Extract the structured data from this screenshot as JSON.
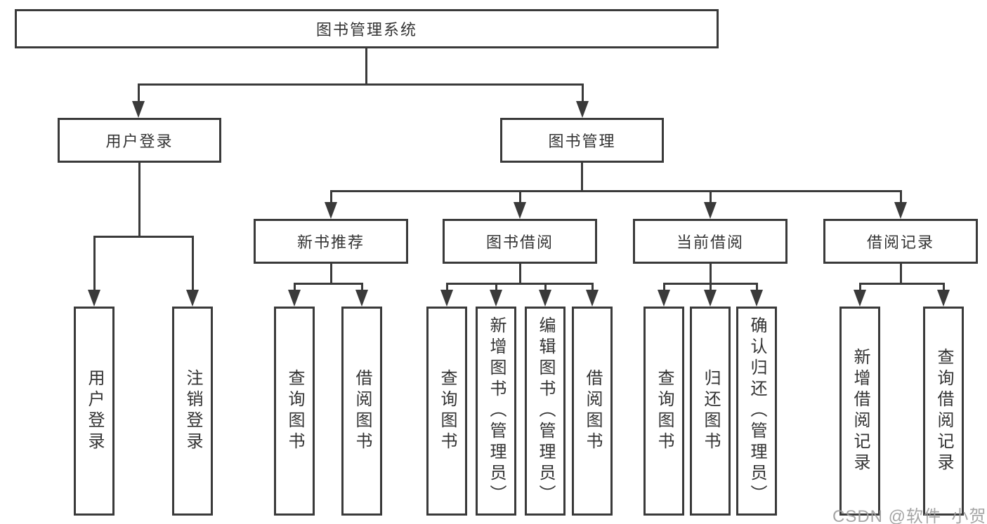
{
  "tree": {
    "root": {
      "label": "图书管理系统"
    },
    "branches": [
      {
        "label": "用户登录",
        "children": [
          {
            "label": "用户登录"
          },
          {
            "label": "注销登录"
          }
        ]
      },
      {
        "label": "图书管理",
        "groups": [
          {
            "label": "新书推荐",
            "children": [
              {
                "label": "查询图书"
              },
              {
                "label": "借阅图书"
              }
            ]
          },
          {
            "label": "图书借阅",
            "children": [
              {
                "label": "查询图书"
              },
              {
                "label": "新增图书（管理员）"
              },
              {
                "label": "编辑图书（管理员）"
              },
              {
                "label": "借阅图书"
              }
            ]
          },
          {
            "label": "当前借阅",
            "children": [
              {
                "label": "查询图书"
              },
              {
                "label": "归还图书"
              },
              {
                "label": "确认归还（管理员）"
              }
            ]
          },
          {
            "label": "借阅记录",
            "children": [
              {
                "label": "新增借阅记录"
              },
              {
                "label": "查询借阅记录"
              }
            ]
          }
        ]
      }
    ]
  },
  "watermark": {
    "text": "CSDN @软件_小贺同学"
  },
  "colors": {
    "line": "#3a3a3a",
    "text": "#333333",
    "background": "#ffffff",
    "watermark": "#9c9c9c"
  }
}
